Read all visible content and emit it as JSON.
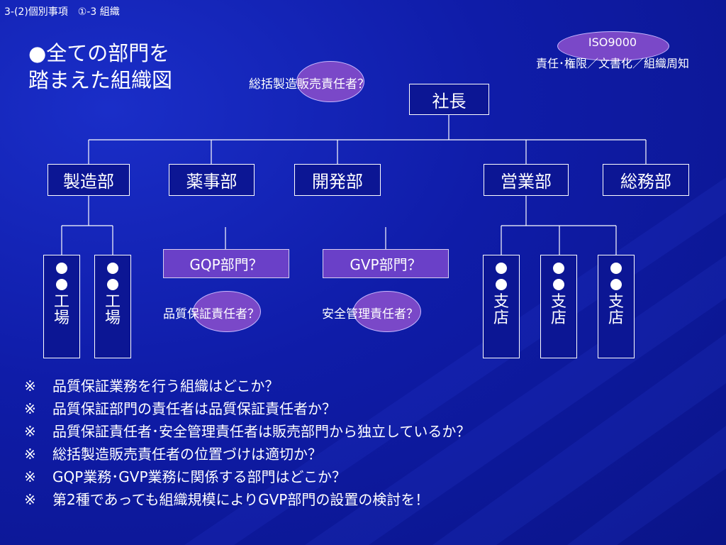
{
  "breadcrumb": "3-(2)個別事項　①-3 組織",
  "title_lines": [
    "●全ての部門を",
    "踏まえた組織図"
  ],
  "iso": {
    "badge": "ISO9000",
    "caption": "責任･権限／文書化／組織周知"
  },
  "president": {
    "label": "社長",
    "note": "総括製造販売責任者？"
  },
  "departments": {
    "manufacturing": "製造部",
    "pharma": "薬事部",
    "development": "開発部",
    "sales": "営業部",
    "general": "総務部"
  },
  "factories": [
    {
      "lines": [
        "工",
        "場"
      ]
    },
    {
      "lines": [
        "工",
        "場"
      ]
    }
  ],
  "branches": [
    {
      "lines": [
        "支",
        "店"
      ]
    },
    {
      "lines": [
        "支",
        "店"
      ]
    },
    {
      "lines": [
        "支",
        "店"
      ]
    }
  ],
  "gqp": {
    "label": "GQP部門？",
    "note": "品質保証責任者？"
  },
  "gvp": {
    "label": "GVP部門？",
    "note": "安全管理責任者？"
  },
  "notes": {
    "marker": "※",
    "items": [
      "品質保証業務を行う組織はどこか？",
      "品質保証部門の責任者は品質保証責任者か？",
      "品質保証責任者･安全管理責任者は販売部門から独立しているか？",
      "総括製造販売責任者の位置づけは適切か？",
      "GQP業務･GVP業務に関係する部門はどこか？",
      "第2種であっても組織規模によりGVP部門の設置の検討を！"
    ]
  },
  "colors": {
    "background": "#0f1ca8",
    "highlight_purple": "#7a48c8",
    "line": "#ffffff"
  }
}
